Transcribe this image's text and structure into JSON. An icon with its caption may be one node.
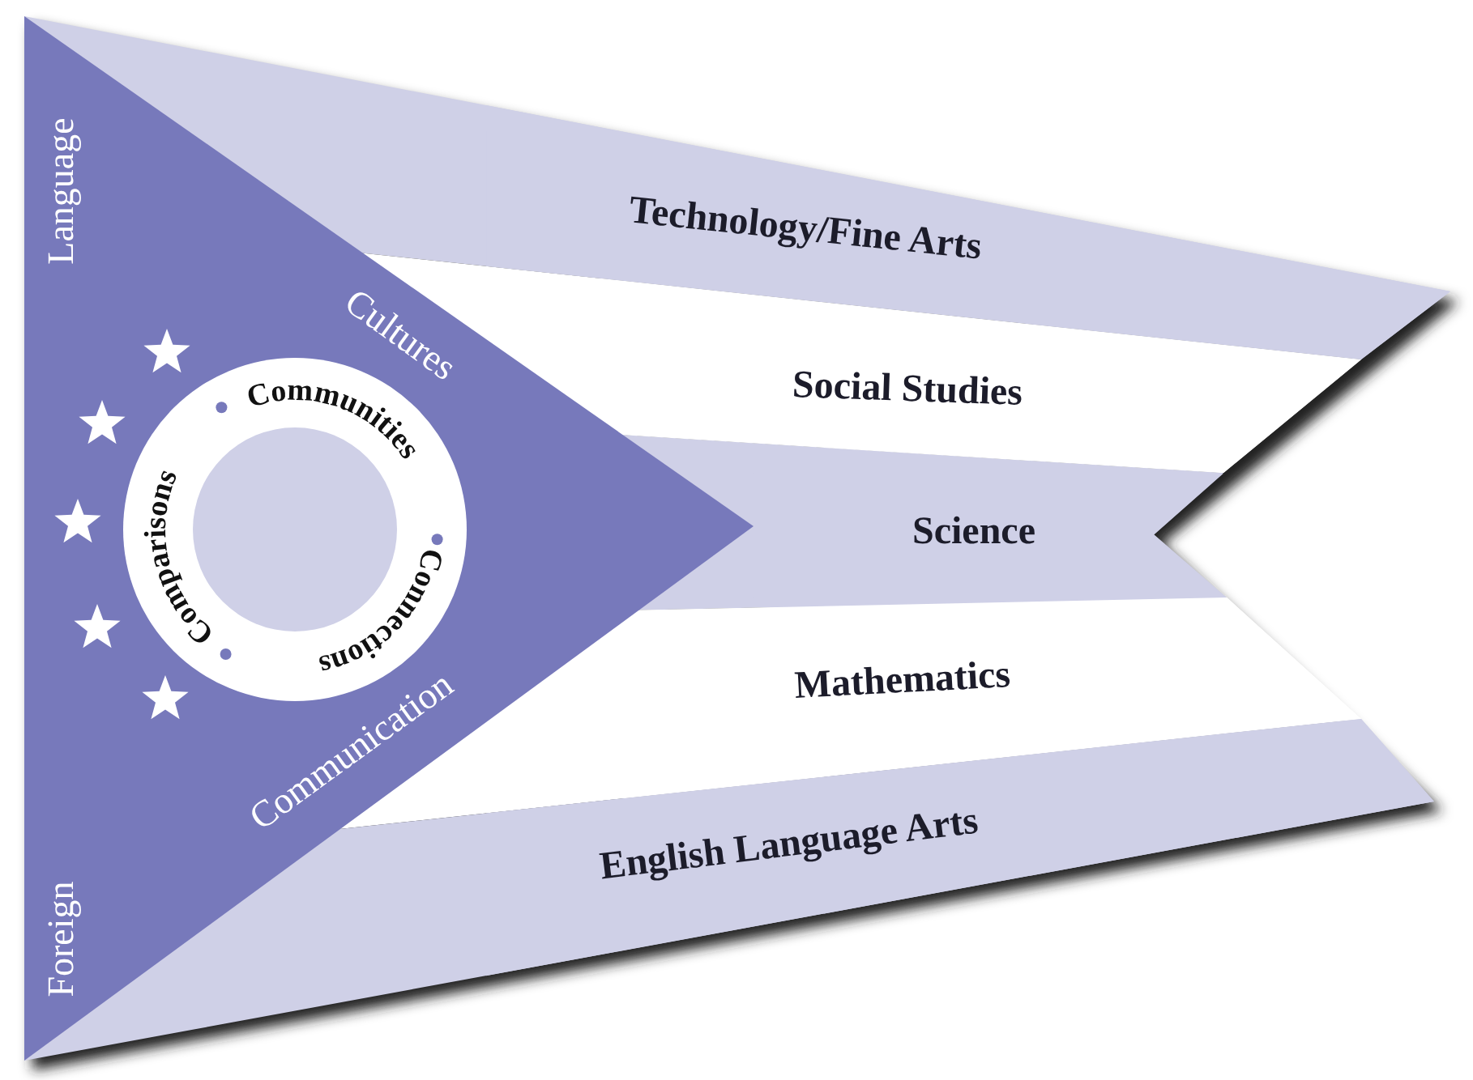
{
  "diagram": {
    "nodes": [
      {
        "text": [
          "Language",
          "Cultures",
          "Communication",
          "Foreign"
        ]
      },
      {
        "text": [
          "Comparisons",
          "Communities",
          "Connections"
        ],
        "in": 0
      },
      {
        "text": [
          "Technology/Fine Arts"
        ]
      },
      {
        "text": [
          "Social Studies"
        ]
      },
      {
        "text": [
          "Science"
        ]
      },
      {
        "text": [
          "Mathematics"
        ]
      },
      {
        "text": [
          "English Language Arts"
        ]
      },
      {
        "text": [],
        "shape": "star",
        "in": 0
      },
      {
        "text": [],
        "shape": "star",
        "in": 0
      },
      {
        "text": [],
        "shape": "star",
        "in": 0
      },
      {
        "text": [],
        "shape": "star",
        "in": 0
      },
      {
        "text": [],
        "shape": "star",
        "in": 0
      }
    ],
    "edges": []
  }
}
